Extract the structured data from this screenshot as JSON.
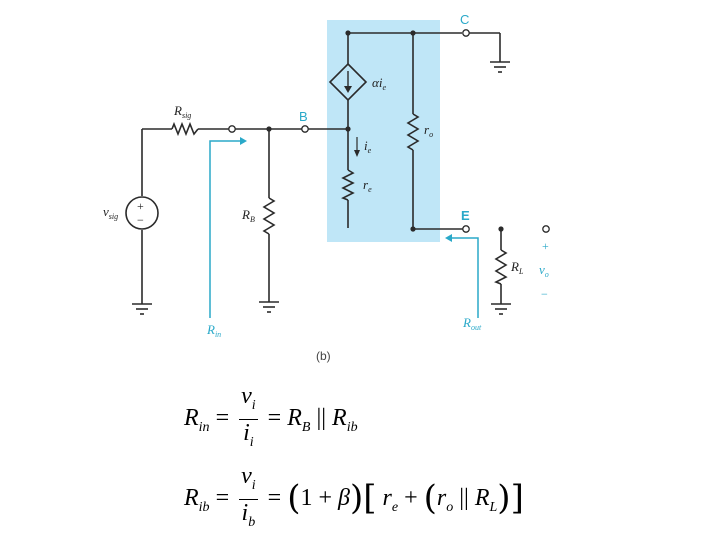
{
  "circuit": {
    "node_labels": {
      "C": "C",
      "B": "B",
      "E": "E"
    },
    "components": {
      "Rsig": {
        "main": "R",
        "sub": "sig"
      },
      "vsig": {
        "main": "v",
        "sub": "sig"
      },
      "RB": {
        "main": "R",
        "sub": "B"
      },
      "dep_source": {
        "text": "αi",
        "sub": "e"
      },
      "ie": {
        "main": "i",
        "sub": "e"
      },
      "re": {
        "main": "r",
        "sub": "e"
      },
      "ro": {
        "main": "r",
        "sub": "o"
      },
      "RL": {
        "main": "R",
        "sub": "L"
      },
      "vo": {
        "main": "v",
        "sub": "o"
      },
      "source_plus": "+",
      "source_minus": "−",
      "out_plus": "+",
      "out_minus": "−"
    },
    "Rin": {
      "main": "R",
      "sub": "in"
    },
    "Rout": {
      "main": "R",
      "sub": "out"
    },
    "caption": "(b)",
    "colors": {
      "highlight": "#bfe6f7",
      "cyan": "#2aa9c9",
      "wire": "#2b2b2b"
    }
  },
  "equations": {
    "rin": {
      "lhs": "R",
      "lhs_sub": "in",
      "eq1": "=",
      "num": "v",
      "num_sub": "i",
      "den": "i",
      "den_sub": "i",
      "eq2": "=",
      "rb": "R",
      "rb_sub": "B",
      "par": "||",
      "rib": "R",
      "rib_sub": "ib"
    },
    "rib": {
      "lhs": "R",
      "lhs_sub": "ib",
      "eq1": "=",
      "num": "v",
      "num_sub": "i",
      "den": "i",
      "den_sub": "b",
      "eq2": "=",
      "lparen": "(",
      "one": "1",
      "plus1": "+",
      "beta": "β",
      "rparen": ")",
      "lbrack": "[",
      "re": "r",
      "re_sub": "e",
      "plus2": "+",
      "lparen2": "(",
      "ro": "r",
      "ro_sub": "o",
      "par": "||",
      "rl": "R",
      "rl_sub": "L",
      "rparen2": ")",
      "rbrack": "]"
    }
  }
}
